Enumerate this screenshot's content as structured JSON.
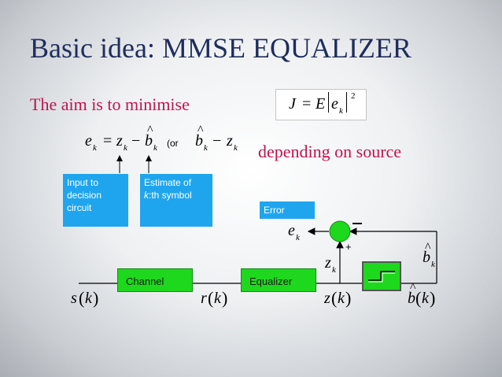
{
  "slide": {
    "title": "Basic idea: MMSE EQUALIZER",
    "aim_text": "The aim is to minimise",
    "depending_text": "depending on  source",
    "formula_J": {
      "lhs": "J",
      "eq": "=",
      "E": "E",
      "e": "e",
      "k": "k",
      "pow": "2"
    },
    "error_equation": {
      "e": "e",
      "k": "k",
      "eq": "=",
      "z": "z",
      "minus": "−",
      "b": "b",
      "hat": "^",
      "or": "(or",
      "minus2": "−"
    },
    "callouts": {
      "input_to_decision": "Input to decision circuit",
      "estimate_line1": "Estimate of",
      "estimate_k": "k",
      "estimate_rest": ":th symbol",
      "error": "Error"
    },
    "blocks": {
      "channel": "Channel",
      "equalizer": "Equalizer"
    },
    "signals": {
      "s": "s",
      "r": "r",
      "z": "z",
      "b": "b",
      "k": "k",
      "e": "e",
      "lparen": "(",
      "rparen": ")",
      "hat": "^",
      "plus": "+",
      "minus": "−"
    },
    "colors": {
      "title": "#1f2d5c",
      "accent_red": "#c0144b",
      "callout_blue": "#1fa5ee",
      "block_green": "#1ed81e"
    }
  }
}
